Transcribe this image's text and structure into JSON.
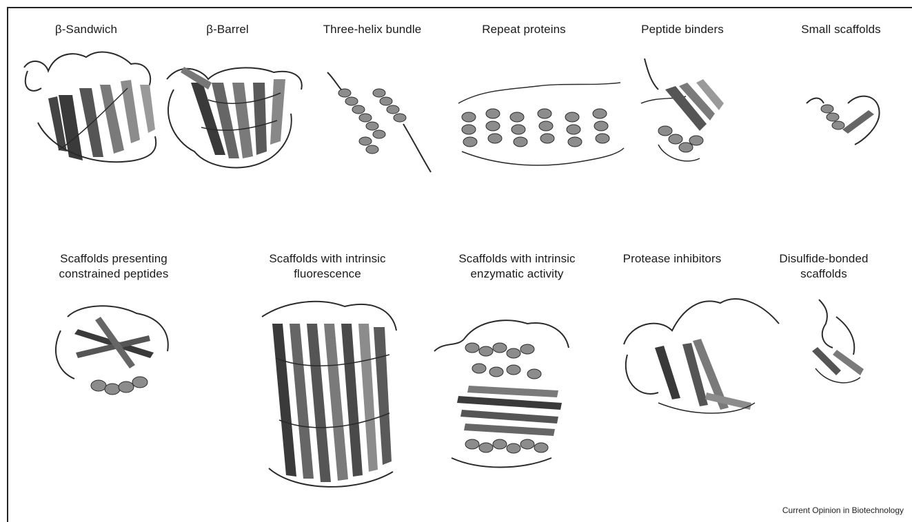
{
  "labels": [
    "β-Sandwich",
    "β-Barrel",
    "Three-helix bundle",
    "Repeat proteins",
    "Peptide binders",
    "Small scaffolds",
    "Scaffolds presenting\nconstrained peptides",
    "Scaffolds with intrinsic\nfluorescence",
    "Scaffolds with intrinsic\nenzymatic activity",
    "Protease inhibitors",
    "Disulfide-bonded\nscaffolds"
  ],
  "credit": "Current Opinion in Biotechnology",
  "colors": {
    "ink": "#2a2a2a",
    "strand_dark": "#3a3a3a",
    "strand_mid": "#7a7a7a",
    "helix": "#8c8c8c"
  }
}
